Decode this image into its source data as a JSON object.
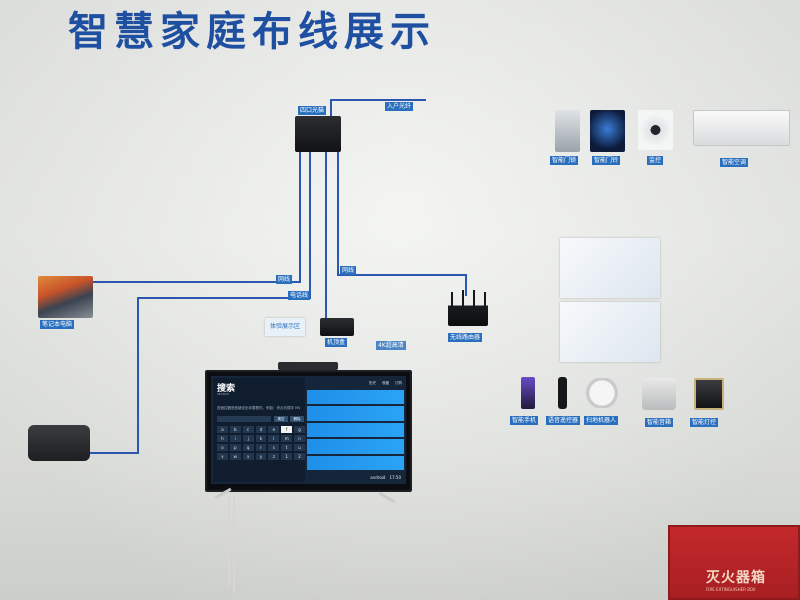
{
  "title": "智慧家庭布线展示",
  "labels": {
    "optical_modem": "四口光猫",
    "fiber_in": "入户光纤",
    "network_cable": "网线",
    "phone_cable": "电话线",
    "network_cable_2": "网线",
    "laptop": "笔记本电脑",
    "set_top_box": "机顶盒",
    "experience_zone": "体验展示区",
    "cable_4k": "4K超高清",
    "wireless_router": "无线路由器",
    "smart_lock": "智能门锁",
    "smart_doorbell": "智能门铃",
    "camera": "监控",
    "smart_ac": "智能空调",
    "smart_phone": "智能手机",
    "voice_remote": "语音遥控器",
    "sweeping_robot": "扫地机器人",
    "smart_speaker": "智能音箱",
    "smart_light": "智能灯控"
  },
  "tv": {
    "search_title": "搜索",
    "search_sub": "SEARCH",
    "hint": "按遥控器语音键说出你要看的，例如：来点刘德华 MV",
    "btn_clear": "清空",
    "btn_delete": "删除",
    "top_history": "历史",
    "top_favorite": "收藏",
    "top_search": "订购",
    "keys": [
      "a",
      "b",
      "c",
      "d",
      "e",
      "f",
      "g",
      "h",
      "i",
      "j",
      "k",
      "l",
      "m",
      "n",
      "o",
      "p",
      "q",
      "r",
      "s",
      "t",
      "u",
      "v",
      "w",
      "x",
      "y",
      "z",
      "1",
      "2"
    ],
    "selected_key": "f",
    "status_brand": "android",
    "status_time": "17:50"
  },
  "extinguisher": {
    "label": "灭火器箱",
    "sub": "FIRE EXTINGUISHER BOX"
  },
  "colors": {
    "title": "#1f4fa0",
    "wire": "#2b57b0",
    "label_bg": "#2a6fbd",
    "tv_result": "#1f8fe8",
    "extinguisher": "#c3282b"
  }
}
